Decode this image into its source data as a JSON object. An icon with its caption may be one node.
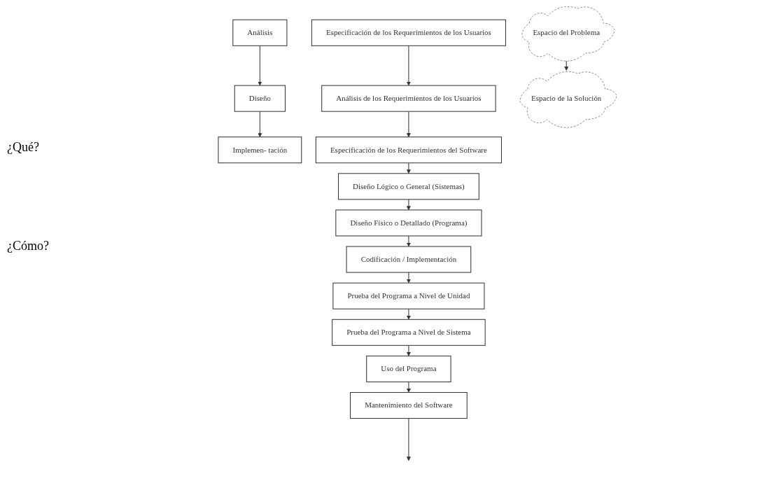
{
  "diagram": {
    "nodes": [
      {
        "text": [
          "Análisis"
        ]
      },
      {
        "text": [
          "Diseño"
        ]
      },
      {
        "text": [
          "Implemen- tación"
        ]
      },
      {
        "text": [
          "Especificación de los Requerimientos de los Usuarios"
        ]
      },
      {
        "text": [
          "Análisis de los Requerimientos de los Usuarios"
        ]
      },
      {
        "text": [
          "Especificación de los Requerimientos del Software"
        ]
      },
      {
        "text": [
          "Diseño Lógico o General (Sistemas)"
        ]
      },
      {
        "text": [
          "Diseño Físico o Detallado (Programa)"
        ]
      },
      {
        "text": [
          "Codificación / Implementación"
        ]
      },
      {
        "text": [
          "Prueba del Programa a Nivel de Unidad"
        ]
      },
      {
        "text": [
          "Prueba del Programa a Nivel de Sistema"
        ]
      },
      {
        "text": [
          "Uso del Programa"
        ]
      },
      {
        "text": [
          "Mantenimiento del Software"
        ]
      },
      {
        "text": [
          "Espacio del Problema"
        ]
      },
      {
        "text": [
          "Espacio de la Solución"
        ]
      }
    ],
    "edges": [
      {
        "from": 0,
        "to": 1,
        "arrow": "to"
      },
      {
        "from": 1,
        "to": 2,
        "arrow": "to"
      },
      {
        "from": 3,
        "to": 4,
        "arrow": "to"
      },
      {
        "from": 4,
        "to": 5,
        "arrow": "to"
      },
      {
        "from": 5,
        "to": 6,
        "arrow": "to"
      },
      {
        "from": 6,
        "to": 7,
        "arrow": "to"
      },
      {
        "from": 7,
        "to": 8,
        "arrow": "to"
      },
      {
        "from": 8,
        "to": 9,
        "arrow": "to"
      },
      {
        "from": 9,
        "to": 10,
        "arrow": "to"
      },
      {
        "from": 10,
        "to": 11,
        "arrow": "to"
      },
      {
        "from": 11,
        "to": 12,
        "arrow": "to"
      },
      {
        "from": 12,
        "to": null,
        "arrow": "to"
      },
      {
        "from": 13,
        "to": 14,
        "arrow": "to"
      }
    ],
    "labels": [
      "¿Qué?",
      "¿Cómo?"
    ]
  }
}
